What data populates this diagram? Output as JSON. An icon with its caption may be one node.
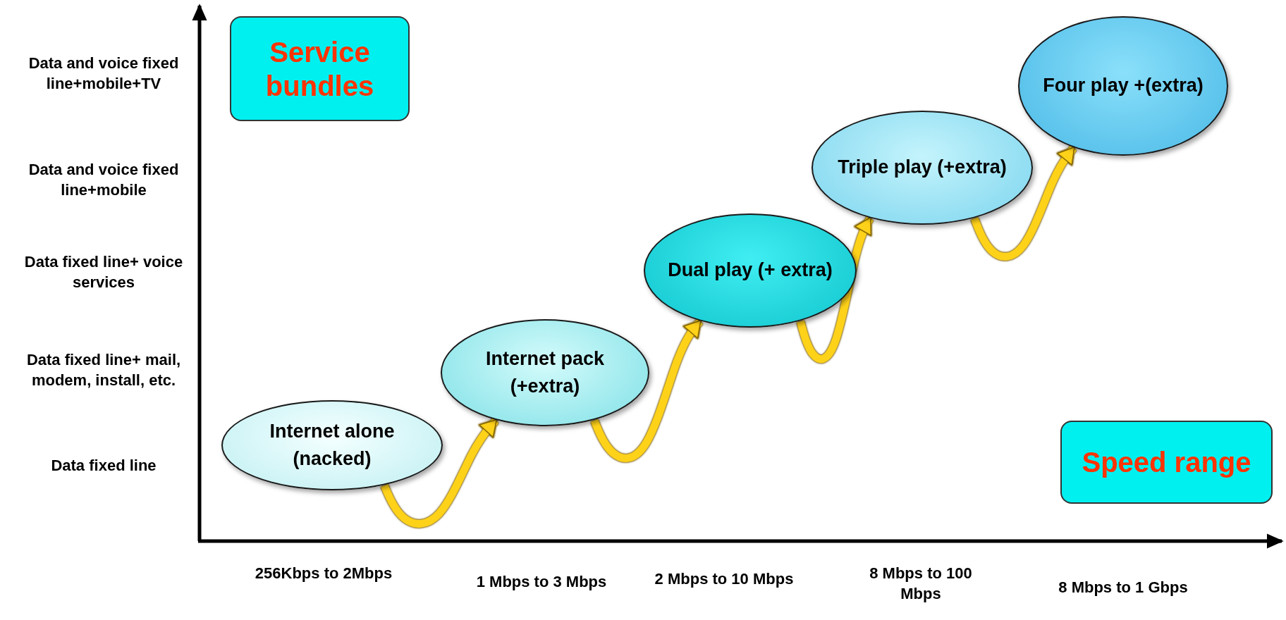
{
  "diagram": {
    "nodes": [
      {
        "text": [
          "Service bundles"
        ]
      },
      {
        "text": [
          "Internet alone (nacked)"
        ]
      },
      {
        "text": [
          "Internet pack (+extra)"
        ]
      },
      {
        "text": [
          "Dual play (+ extra)"
        ]
      },
      {
        "text": [
          "Triple play (+extra)"
        ]
      },
      {
        "text": [
          "Four play +(extra)"
        ]
      },
      {
        "text": [
          "Speed range"
        ]
      }
    ],
    "edges": [
      {
        "from": 1,
        "to": 2,
        "arrow": "to"
      },
      {
        "from": 2,
        "to": 3,
        "arrow": "to"
      },
      {
        "from": 3,
        "to": 4,
        "arrow": "to"
      },
      {
        "from": 4,
        "to": 5,
        "arrow": "to"
      }
    ],
    "labels": [
      "Data and voice fixed line+mobile+TV",
      "Data and voice fixed line+mobile",
      "Data fixed line+ voice services",
      "Data fixed line+ mail, modem, install, etc.",
      "Data fixed line",
      "256Kbps to 2Mbps",
      "1 Mbps to 3 Mbps",
      "2 Mbps to 10 Mbps",
      "8 Mbps to 100 Mbps",
      "8 Mbps to 1 Gbps"
    ]
  }
}
